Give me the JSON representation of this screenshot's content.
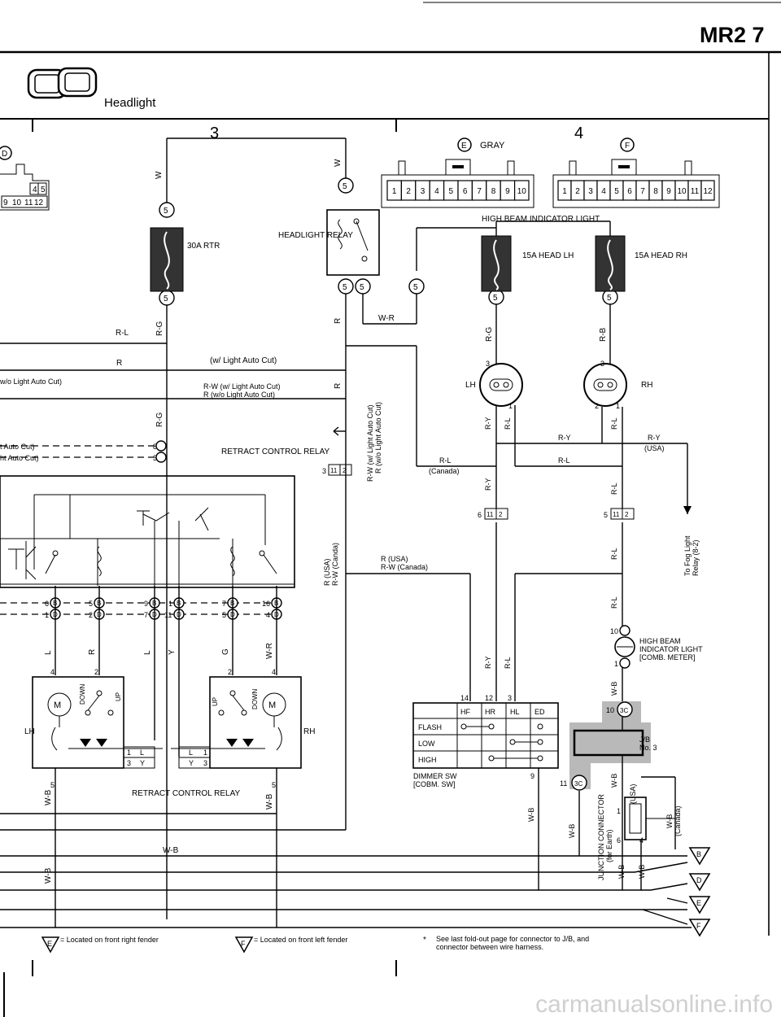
{
  "header": {
    "page_title": "MR2 7",
    "section_title": "Headlight"
  },
  "columns": {
    "col3": "3",
    "col4": "4"
  },
  "connectors": {
    "e_label": "E",
    "e_color": "GRAY",
    "f_label": "F",
    "e_pins": [
      "1",
      "2",
      "3",
      "4",
      "5",
      "6",
      "7",
      "8",
      "9",
      "10"
    ],
    "f_pins": [
      "1",
      "2",
      "3",
      "4",
      "5",
      "6",
      "7",
      "8",
      "9",
      "10",
      "11",
      "12"
    ],
    "left_partial_pins_top": [
      "4",
      "5"
    ],
    "left_partial_pins_bottom": [
      "9",
      "10",
      "11",
      "12"
    ],
    "left_partial_label": "D"
  },
  "labels": {
    "headlight_relay": "HEADLIGHT RELAY",
    "fuse_30a": "30A RTR",
    "fuse_15a_lh": "15A HEAD LH",
    "fuse_15a_rh": "15A HEAD RH",
    "high_beam_indicator_light": "HIGH BEAM INDICATOR LIGHT",
    "retract_control_relay_top": "RETRACT CONTROL RELAY",
    "retract_control_relay_bottom": "RETRACT CONTROL RELAY",
    "light_auto_cut_w": "(w/ Light Auto Cut)",
    "wo_light_auto_cut": "w/o Light Auto Cut)",
    "rw_w_light": "R-W (w/ Light Auto Cut)",
    "r_wo_light": "R (w/o Light Auto Cut)",
    "t_auto_cut": "t Auto Cut)",
    "ht_auto_cut": "ht Auto Cut)",
    "rw_vertical": "R-W (w/ Light Auto Cut)",
    "r_vertical": "R (w/o Light Auto Cut)",
    "r_usa_vertical": "R (USA)",
    "rw_canda_vertical": "R-W (Canda)",
    "r_usa": "R (USA)",
    "rw_canada": "R-W (Canada)",
    "canada": "(Canada)",
    "usa": "(USA)",
    "to_fog_light": "To Fog Light",
    "relay_fog": "Relay (8-2)",
    "high_beam_indicator_meter": "HIGH BEAM INDICATOR LIGHT [COMB. METER]",
    "jb_no3": "J/B No. 3",
    "junction_connector": "JUNCTION CONNECTOR (for Earth)",
    "dimmer_sw": "DIMMER SW [COBM. SW]",
    "lh": "LH",
    "rh": "RH",
    "motor": "M",
    "down": "DOWN",
    "up": "UP"
  },
  "wires": {
    "W": "W",
    "RL": "R-L",
    "R": "R",
    "RG": "R-G",
    "WR": "W-R",
    "RB": "R-B",
    "RY": "R-Y",
    "L": "L",
    "Y": "Y",
    "G": "G",
    "WB": "W-B",
    "USA": "(USA)",
    "WB_canada": "W-B (Canada)"
  },
  "dimmer_table": {
    "headers": [
      "HF",
      "HR",
      "HL",
      "ED"
    ],
    "rows": [
      "FLASH",
      "LOW",
      "HIGH"
    ],
    "pins": [
      "14",
      "12",
      "3",
      "9"
    ]
  },
  "footer": {
    "e_note": "= Located on front right fender",
    "f_note": "= Located on front left fender",
    "star_note": "See last fold-out page for connector to J/B, and connector between wire harness.",
    "e_tri": "E",
    "f_tri": "F"
  },
  "ground_tris": [
    "B",
    "D",
    "E",
    "F"
  ],
  "watermark": "carmanualsonline.info"
}
